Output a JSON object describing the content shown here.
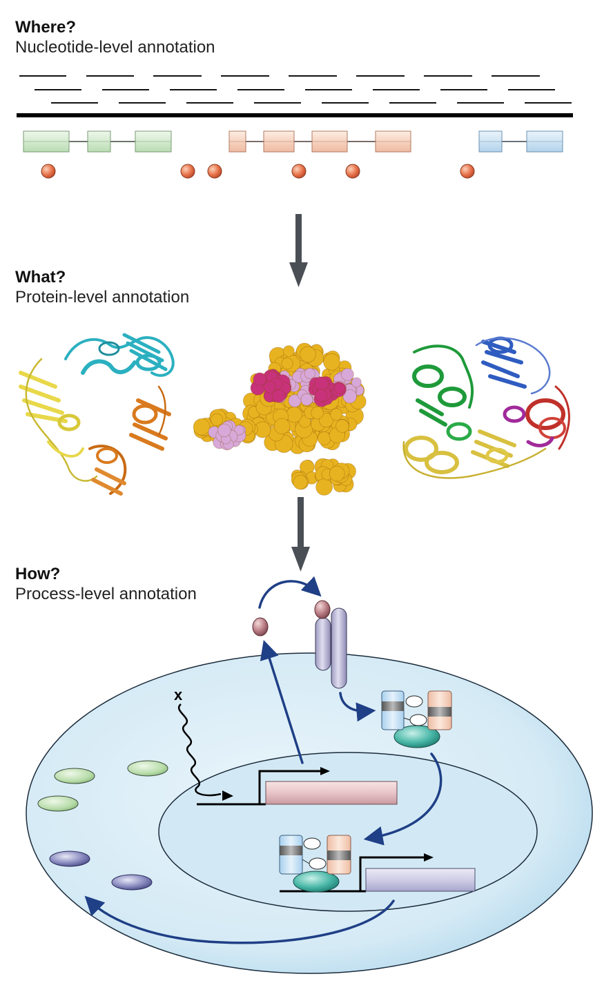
{
  "sections": {
    "where": {
      "question": "Where?",
      "subtitle": "Nucleotide-level annotation"
    },
    "what": {
      "question": "What?",
      "subtitle": "Protein-level annotation"
    },
    "how": {
      "question": "How?",
      "subtitle": "Process-level annotation"
    }
  },
  "stimulus_label": "x",
  "colors": {
    "exon_green": "#d4ebd0",
    "exon_peach": "#f6d3c0",
    "exon_blue": "#cfe4f3",
    "snp_orange": "#e8734a",
    "arrow_gray": "#4a4f55",
    "flow_blue": "#1f3f86",
    "cell_blue": "#cfe6f3",
    "helix_cyan": "#2bb0c0",
    "helix_yellow": "#e8d84a",
    "helix_orange": "#d97a1e",
    "sphere_gold": "#e8b320",
    "sphere_magenta": "#c8327a",
    "sphere_lilac": "#d8a8d8",
    "domain_green": "#1e9a3a",
    "domain_blue": "#2f5cc0",
    "domain_red": "#c0302a",
    "domain_purple": "#a02a9a",
    "domain_yellow": "#d8c040"
  }
}
